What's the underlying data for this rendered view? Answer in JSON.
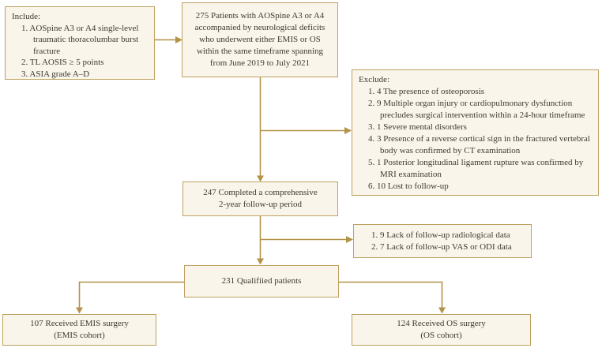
{
  "figure": {
    "type": "patient-flow-diagram",
    "colors": {
      "box_fill": "#f9f5ea",
      "box_border": "#bda15f",
      "connector": "#b39347",
      "text": "#3e3a33",
      "background": "#ffffff"
    },
    "include_box": {
      "heading": "Include:",
      "items": [
        "1. AOSpine A3 or A4 single-level traumatic thoracolumbar burst fracture",
        "2. TL AOSIS ≥ 5 points",
        "3. ASIA grade A–D"
      ]
    },
    "patients_box": {
      "lines": [
        "275 Patients with AOSpine A3 or A4",
        "accompanied by neurological deficits",
        "who underwent either EMIS or OS",
        "within the same timeframe spanning",
        "from June 2019 to July 2021"
      ]
    },
    "exclude_box": {
      "heading": "Exclude:",
      "items": [
        "1. 4 The presence of osteoporosis",
        "2. 9 Multiple organ injury or cardiopulmonary dysfunction precludes surgical intervention within a 24-hour timeframe",
        "3. 1 Severe mental disorders",
        "4. 3 Presence of a reverse cortical sign in the fractured vertebral body was confirmed by CT examination",
        "5. 1 Posterior longitudinal ligament rupture was confirmed by MRI examination",
        "6. 10 Lost to follow-up"
      ]
    },
    "followup_box": {
      "lines": [
        "247 Completed a comprehensive",
        "2-year follow-up period"
      ]
    },
    "lack_box": {
      "items": [
        "1. 9 Lack of follow-up radiological data",
        "2. 7 Lack of follow-up VAS or ODI data"
      ]
    },
    "qualified_box": {
      "label": "231 Qualifiied patients"
    },
    "emis_box": {
      "lines": [
        "107 Received EMIS surgery",
        "(EMIS cohort)"
      ]
    },
    "os_box": {
      "lines": [
        "124 Received OS surgery",
        "(OS cohort)"
      ]
    }
  }
}
